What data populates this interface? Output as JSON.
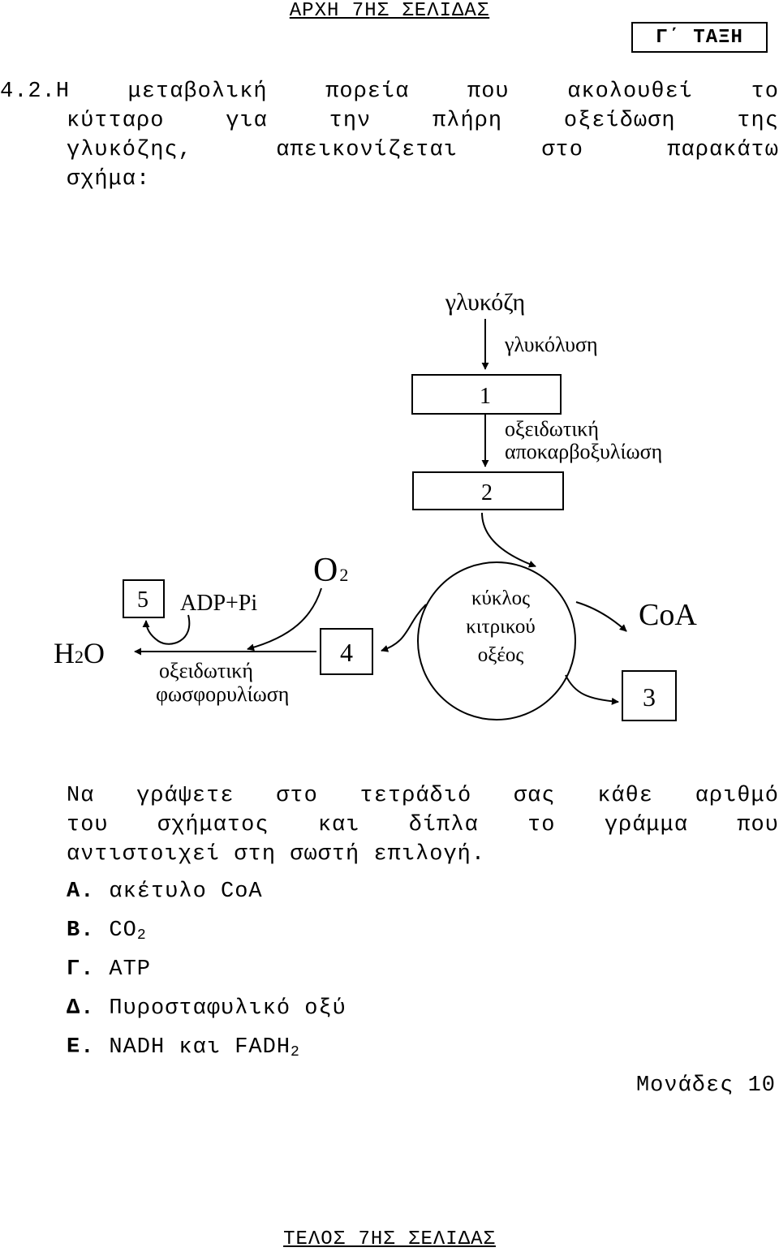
{
  "header": {
    "top": "ΑΡΧΗ 7ΗΣ ΣΕΛΙΔΑΣ",
    "class_label": "Γ΄ ΤΑΞΗ"
  },
  "question": {
    "number": "4.2.",
    "intro_lines": [
      [
        "Η",
        "μεταβολική",
        "πορεία",
        "που",
        "ακολουθεί",
        "το"
      ],
      [
        "κύτταρο",
        "για",
        "την",
        "πλήρη",
        "οξείδωση",
        "της"
      ],
      [
        "γλυκόζης,",
        "απεικονίζεται",
        "στο",
        "παρακάτω"
      ],
      [
        "σχήμα:"
      ]
    ]
  },
  "diagram": {
    "glucose": "γλυκόζη",
    "glycolysis": "γλυκόλυση",
    "box1": "1",
    "oxid_decarb_line1": "οξειδωτική",
    "oxid_decarb_line2": "αποκαρβοξυλίωση",
    "box2": "2",
    "o2_main": "O",
    "o2_sub": "2",
    "box5": "5",
    "adp": "ADP+Pi",
    "h2o_h": "H",
    "h2o_sub": "2",
    "h2o_o": "O",
    "ox_phos_line1": "οξειδωτική",
    "ox_phos_line2": "φωσφορυλίωση",
    "box4": "4",
    "cycle_line1": "κύκλος",
    "cycle_line2": "κιτρικού",
    "cycle_line3": "οξέος",
    "coa": "CoA",
    "box3": "3"
  },
  "instructions": {
    "lines": [
      [
        "Να",
        "γράψετε",
        "στο",
        "τετράδιό",
        "σας",
        "κάθε",
        "αριθμό"
      ],
      [
        "του",
        "σχήματος",
        "και",
        "δίπλα",
        "το",
        "γράμμα",
        "που"
      ],
      [
        "αντιστοιχεί στη σωστή επιλογή."
      ]
    ]
  },
  "options": [
    {
      "letter": "Α.",
      "text": "ακέτυλο CoA",
      "sub": ""
    },
    {
      "letter": "Β.",
      "text": "CO",
      "sub": "2"
    },
    {
      "letter": "Γ.",
      "text": "ATP",
      "sub": ""
    },
    {
      "letter": "Δ.",
      "text": "Πυροσταφυλικό οξύ",
      "sub": ""
    },
    {
      "letter": "Ε.",
      "text": "NADH και FADH",
      "sub": "2"
    }
  ],
  "marks": "Μονάδες 10",
  "footer": {
    "bottom": "ΤΕΛΟΣ 7ΗΣ ΣΕΛΙΔΑΣ"
  }
}
